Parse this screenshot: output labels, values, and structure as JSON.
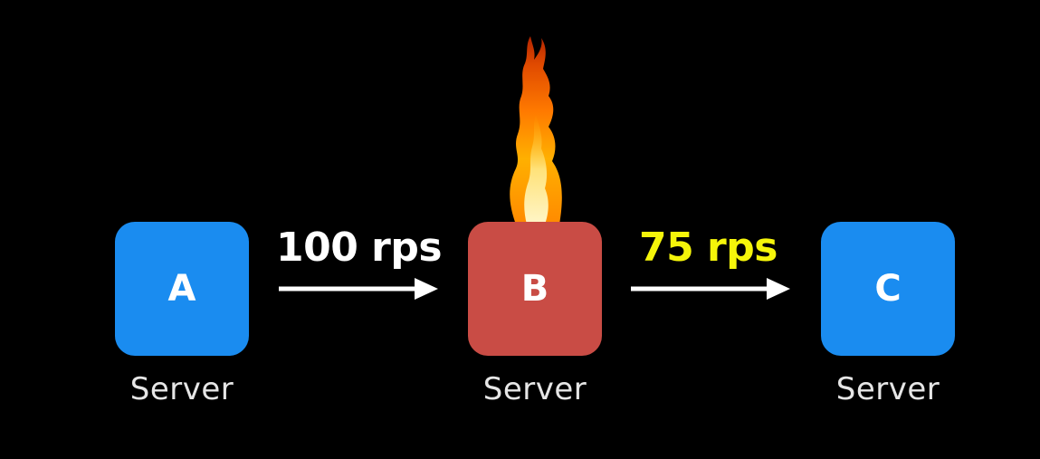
{
  "nodes": [
    {
      "id": "A",
      "letter": "A",
      "caption": "Server",
      "color": "#1a8cf0",
      "state": "normal"
    },
    {
      "id": "B",
      "letter": "B",
      "caption": "Server",
      "color": "#c94c45",
      "state": "overloaded"
    },
    {
      "id": "C",
      "letter": "C",
      "caption": "Server",
      "color": "#1a8cf0",
      "state": "normal"
    }
  ],
  "edges": [
    {
      "from": "A",
      "to": "B",
      "label": "100 rps",
      "label_color": "#ffffff"
    },
    {
      "from": "B",
      "to": "C",
      "label": "75 rps",
      "label_color": "#f5f50a"
    }
  ],
  "colors": {
    "background": "#000000",
    "arrow": "#ffffff",
    "caption": "#e6e6e6"
  },
  "icons": {
    "overload_indicator": "fire-icon"
  }
}
